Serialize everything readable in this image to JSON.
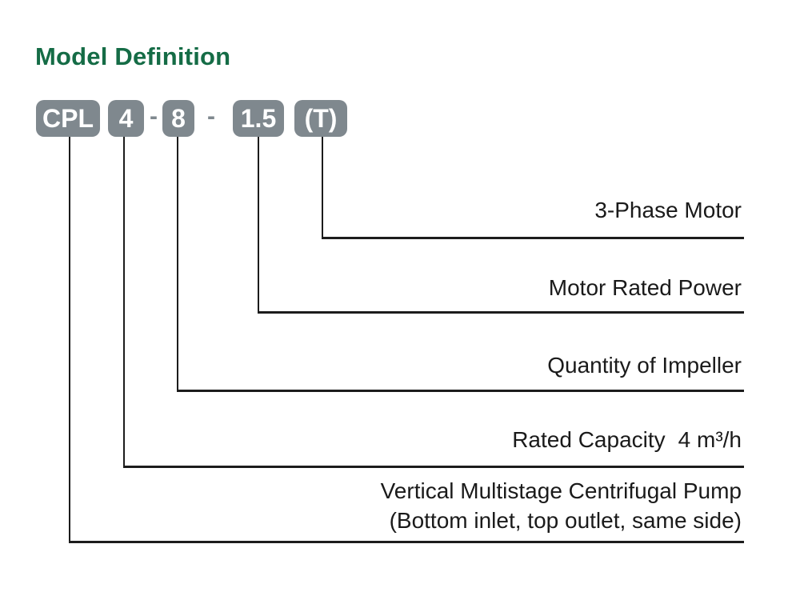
{
  "page": {
    "title": "Model Definition"
  },
  "colors": {
    "title_green": "#156c46",
    "box_gray": "#7f888e",
    "box_text": "#ffffff",
    "line_black": "#1c1c1c",
    "label_text": "#1a1a1a",
    "background": "#ffffff"
  },
  "model_code": {
    "full": "CPL 4 - 8 - 1.5 (T)",
    "separator": "-",
    "segments": [
      {
        "text": "CPL"
      },
      {
        "text": "4"
      },
      {
        "text": "8"
      },
      {
        "text": "1.5"
      },
      {
        "text": "(T)"
      }
    ]
  },
  "callouts": [
    {
      "segment": "(T)",
      "label": "3-Phase Motor"
    },
    {
      "segment": "1.5",
      "label": "Motor Rated Power"
    },
    {
      "segment": "8",
      "label": "Quantity of Impeller"
    },
    {
      "segment": "4",
      "label": "Rated Capacity",
      "value": "4 m³/h"
    },
    {
      "segment": "CPL",
      "label": "Vertical Multistage Centrifugal Pump",
      "sub_label": "(Bottom inlet, top outlet, same side)"
    }
  ]
}
